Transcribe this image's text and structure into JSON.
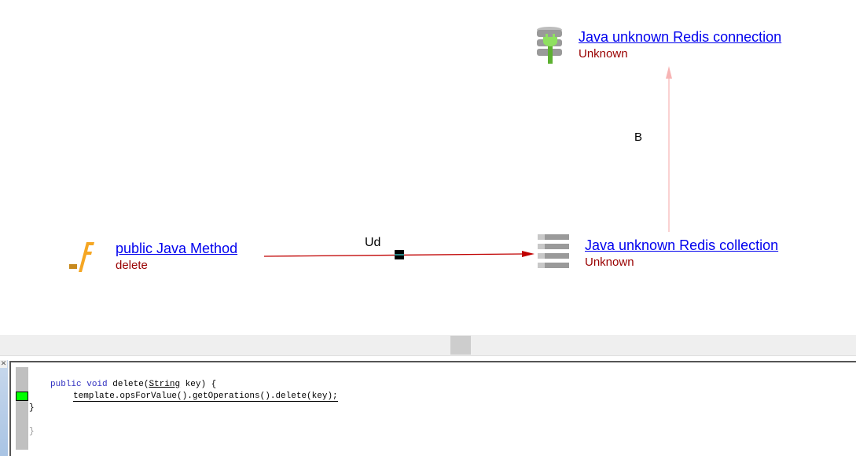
{
  "nodes": {
    "method": {
      "title": " public Java Method",
      "subtitle": "delete"
    },
    "collection": {
      "title": "Java unknown Redis collection",
      "subtitle": "Unknown"
    },
    "connection": {
      "title": "Java unknown Redis connection",
      "subtitle": "Unknown"
    }
  },
  "edges": {
    "method_to_collection": "Ud",
    "collection_to_connection": "B"
  },
  "code": {
    "line1_kw1": "public",
    "line1_kw2": "void",
    "line1_name": "delete(",
    "line1_type": "String",
    "line1_rest": " key) {",
    "line2": "template.opsForValue().getOperations().delete(key);",
    "line3": "}",
    "line4": "}"
  },
  "colors": {
    "link": "#0000ee",
    "subtitle": "#990000",
    "edge": "#cc0000",
    "marker": "#00ff00"
  }
}
